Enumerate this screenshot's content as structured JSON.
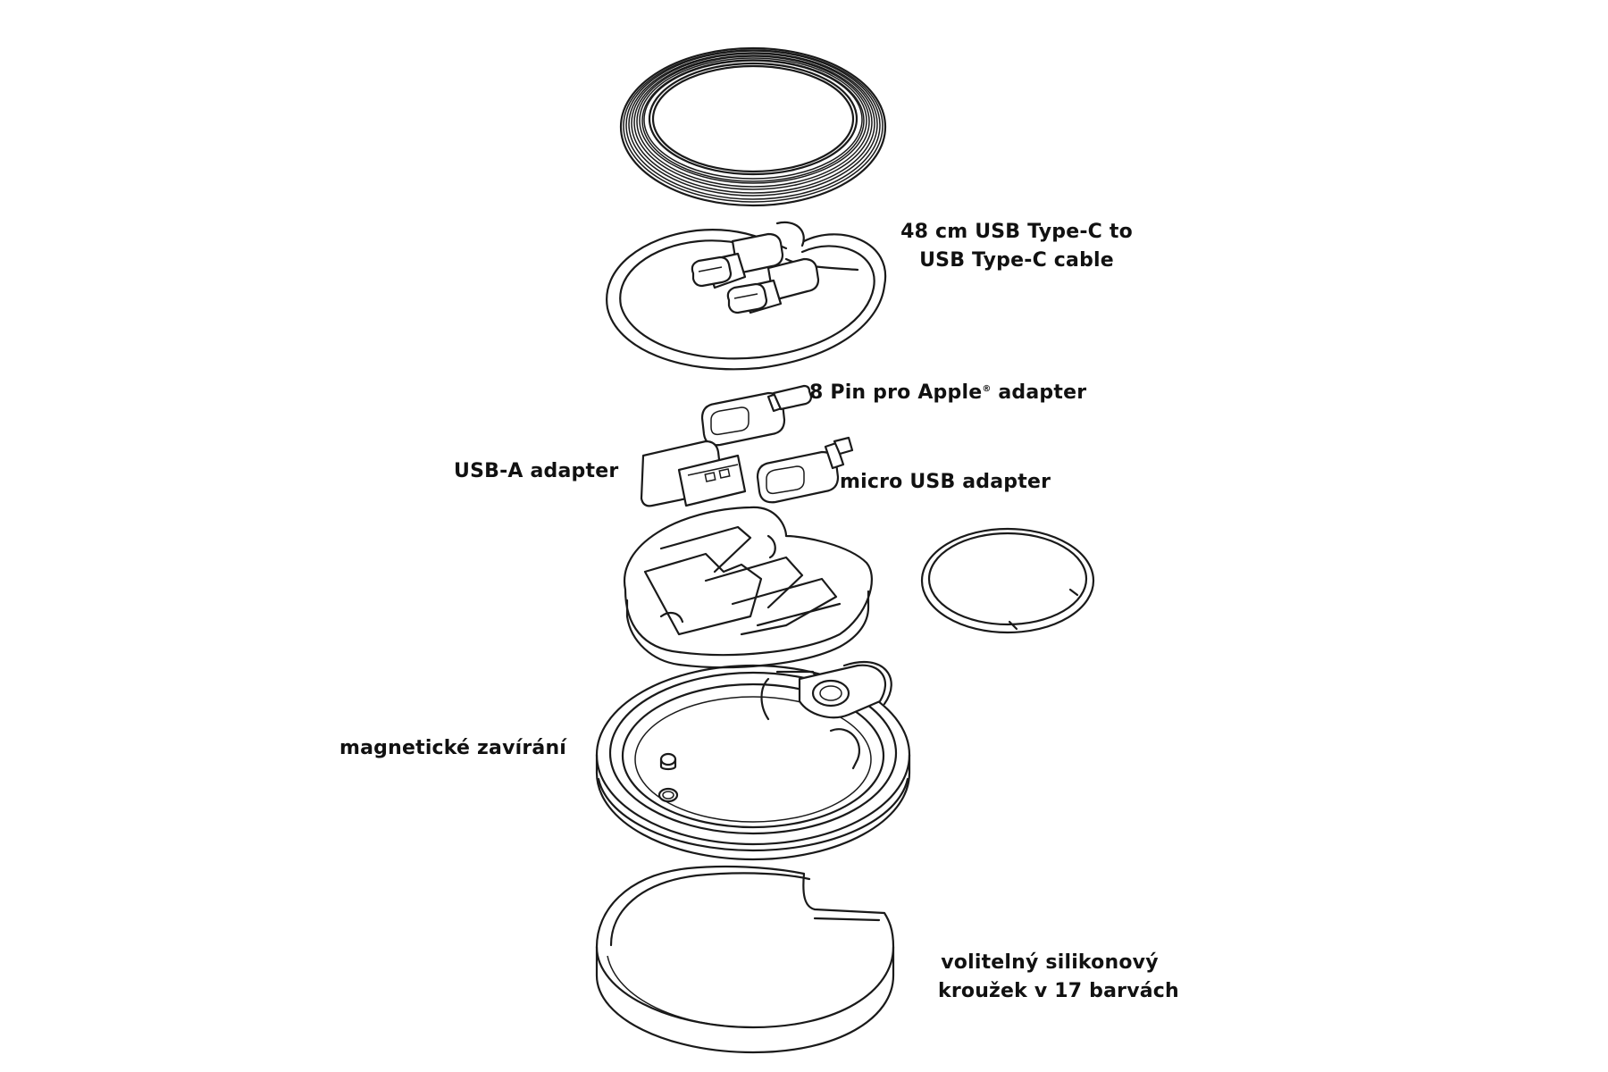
{
  "labels": {
    "cable_line1": "48 cm USB Type-C to",
    "cable_line2": "USB Type-C cable",
    "pin8_main": "8 Pin pro Apple",
    "pin8_reg": "®",
    "pin8_tail": " adapter",
    "usba": "USB-A adapter",
    "micro": "micro USB adapter",
    "magnet": "magnetické zavírání",
    "silicone_line1": "volitelný silikonový",
    "silicone_line2": "kroužek v 17 barvách"
  },
  "colors": {
    "line": "#1a1a1a",
    "text": "#111111",
    "background": "#ffffff"
  }
}
